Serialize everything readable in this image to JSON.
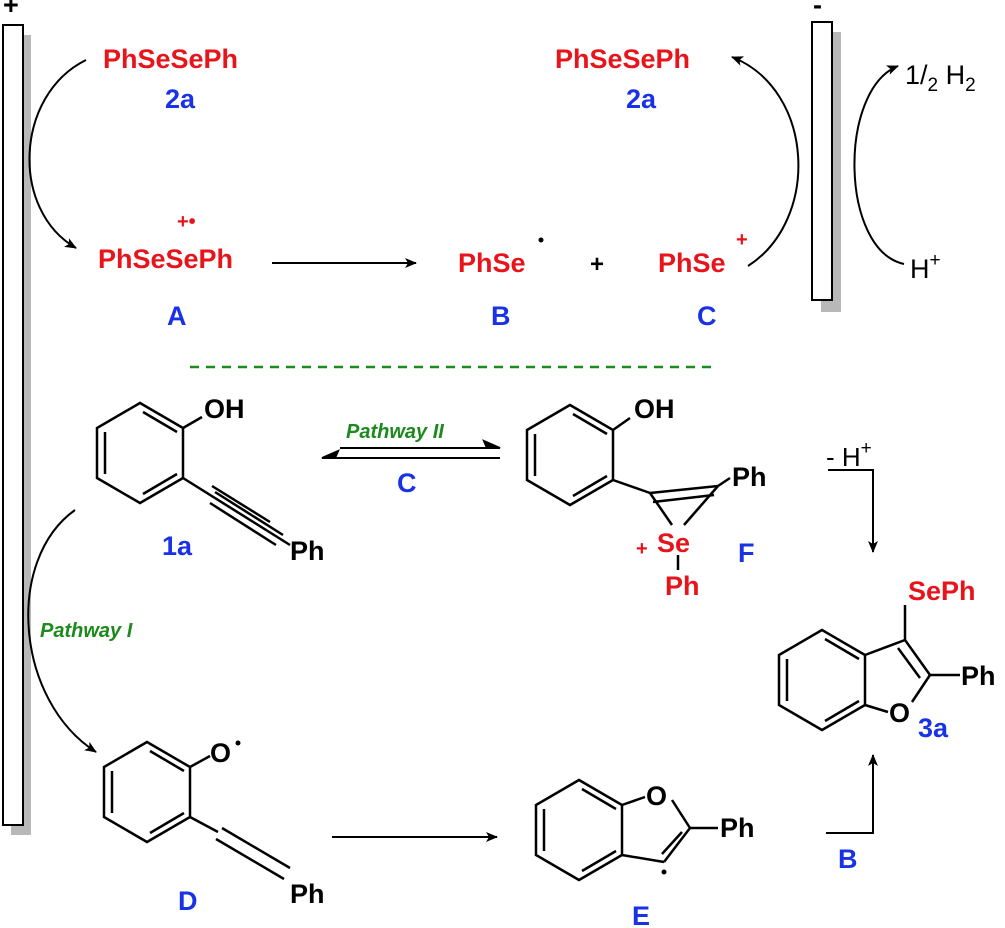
{
  "electrodes": {
    "anode_sign": "+",
    "cathode_sign": "-"
  },
  "species": {
    "diselenide_top_left": "PhSeSePh",
    "label_2a_left": "2a",
    "diselenide_top_right": "PhSeSePh",
    "label_2a_right": "2a",
    "radical_cation_charge": "+•",
    "radical_cation": "PhSeSePh",
    "label_A": "A",
    "phse_radical": "PhSe",
    "label_B": "B",
    "plus_sign": "+",
    "phse_cation": "PhSe",
    "cation_charge": "+",
    "label_C": "C",
    "h2": "1/2 H2",
    "h_plus": "H+"
  },
  "structures": {
    "oh_1a": "OH",
    "ph_1a": "Ph",
    "label_1a": "1a",
    "oh_F": "OH",
    "ph_F": "Ph",
    "se_F": "Se",
    "se_charge_F": "+",
    "ph_se_F": "Ph",
    "label_F": "F",
    "o_D": "O",
    "ph_D": "Ph",
    "label_D": "D",
    "o_E": "O",
    "ph_E": "Ph",
    "label_E": "E",
    "seph_3a": "SePh",
    "o_3a": "O",
    "ph_3a": "Ph",
    "label_3a": "3a"
  },
  "pathways": {
    "pathway_II": "Pathway II",
    "reagent_C": "C",
    "pathway_I": "Pathway I",
    "minus_h_plus": "- H+",
    "reagent_B": "B"
  },
  "colors": {
    "reagent_red": "#e8141c",
    "label_blue": "#1a32e6",
    "pathway_green": "#1d8a1d"
  }
}
